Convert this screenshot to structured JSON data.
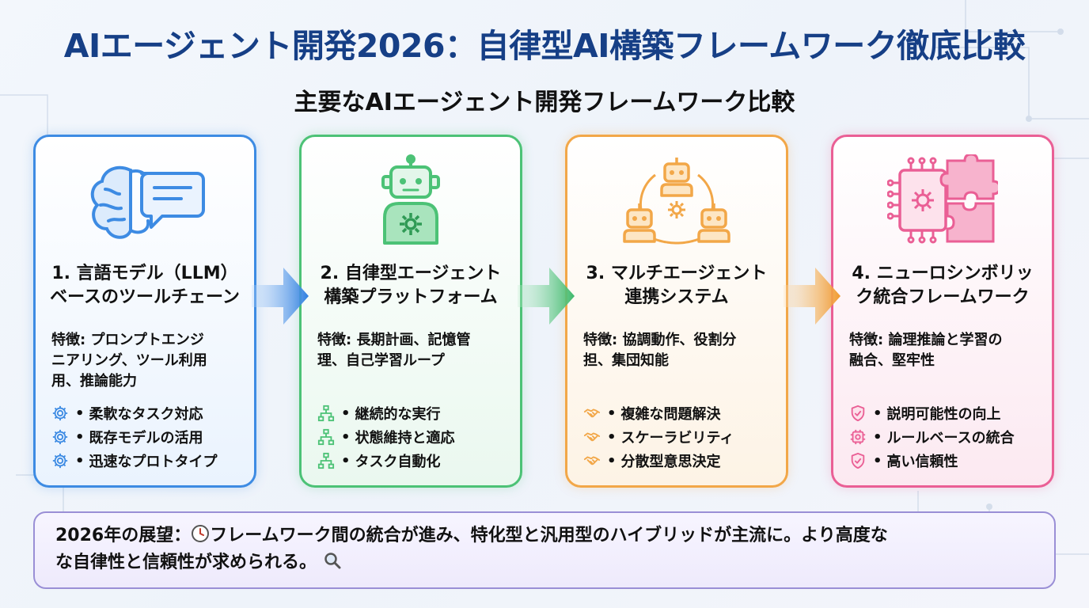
{
  "title": "AIエージェント開発2026：自律型AI構築フレームワーク徹底比較",
  "subtitle": "主要なAIエージェント開発フレームワーク比較",
  "cards": [
    {
      "title_line1": "1. 言語モデル（LLM）",
      "title_line2": "ベースのツールチェーン",
      "features_line1": "特徴: プロンプトエンジ",
      "features_line2": "ニアリング、ツール利用",
      "features_line3": "用、推論能力",
      "icon": "brain-chat-icon",
      "bullet_icon": "gear-icon",
      "color": "#3d8be3",
      "bullets": [
        "柔軟なタスク対応",
        "既存モデルの活用",
        "迅速なプロトタイプ"
      ]
    },
    {
      "title_line1": "2. 自律型エージェント",
      "title_line2": "構築プラットフォーム",
      "features_line1": "特徴: 長期計画、記憶管",
      "features_line2": "理、自己学習ループ",
      "features_line3": "",
      "icon": "robot-gear-icon",
      "bullet_icon": "flowchart-icon",
      "color": "#4cc276",
      "bullets": [
        "継続的な実行",
        "状態維持と適応",
        "タスク自動化"
      ]
    },
    {
      "title_line1": "3. マルチエージェント",
      "title_line2": "連携システム",
      "features_line1": "特徴: 協調動作、役割分",
      "features_line2": "担、集団知能",
      "features_line3": "",
      "icon": "multi-robot-icon",
      "bullet_icon": "handshake-icon",
      "color": "#f2a748",
      "bullets": [
        "複雑な問題解決",
        "スケーラビリティ",
        "分散型意思決定"
      ]
    },
    {
      "title_line1": "4. ニューロシンボリッ",
      "title_line2": "ク統合フレームワーク",
      "features_line1": "特徴: 論理推論と学習の",
      "features_line2": "融合、堅牢性",
      "features_line3": "",
      "icon": "chip-puzzle-icon",
      "bullet_icon": "shield-icon",
      "color": "#ea5f95",
      "bullets": [
        "説明可能性の向上",
        "ルールベースの統合",
        "高い信頼性"
      ]
    }
  ],
  "outlook": {
    "label": "2026年の展望：",
    "text1": "フレームワーク間の統合が進み、特化型と汎用型のハイブリッドが主流に。より高度な",
    "text2": "な自律性と信頼性が求められる。",
    "icons": [
      "clock-icon",
      "magnifier-icon"
    ]
  }
}
